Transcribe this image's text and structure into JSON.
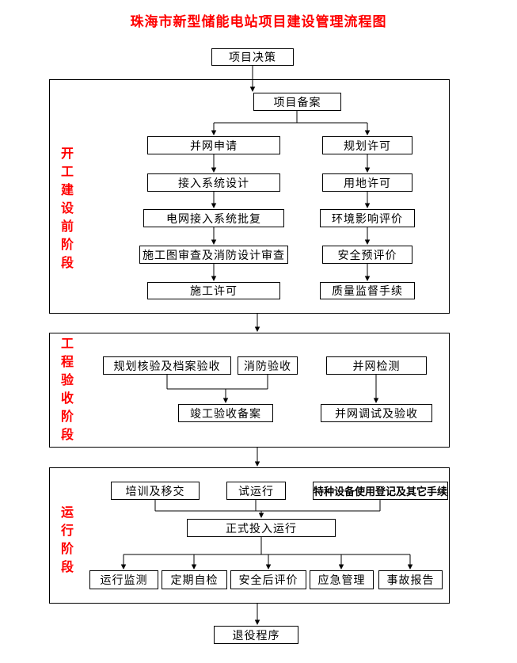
{
  "title": "珠海市新型储能电站项目建设管理流程图",
  "colors": {
    "title_red": "#ff0000",
    "stage_label_red": "#ff0000",
    "box_border": "#000000",
    "background": "#ffffff"
  },
  "flow": {
    "start": "项目决策",
    "end": "退役程序"
  },
  "stage1": {
    "label": "开工建设前阶段",
    "filing": "项目备案",
    "left_column": [
      "并网申请",
      "接入系统设计",
      "电网接入系统批复",
      "施工图审查及消防设计审查",
      "施工许可"
    ],
    "right_column": [
      "规划许可",
      "用地许可",
      "环境影响评价",
      "安全预评价",
      "质量监督手续"
    ]
  },
  "stage2": {
    "label": "工程验收阶段",
    "row1": [
      "规划核验及档案验收",
      "消防验收",
      "并网检测"
    ],
    "row2": [
      "竣工验收备案",
      "并网调试及验收"
    ]
  },
  "stage3": {
    "label": "运行阶段",
    "row1": [
      "培训及移交",
      "试运行",
      "特种设备使用登记及其它手续"
    ],
    "middle": "正式投入运行",
    "row2": [
      "运行监测",
      "定期自检",
      "安全后评价",
      "应急管理",
      "事故报告"
    ]
  }
}
